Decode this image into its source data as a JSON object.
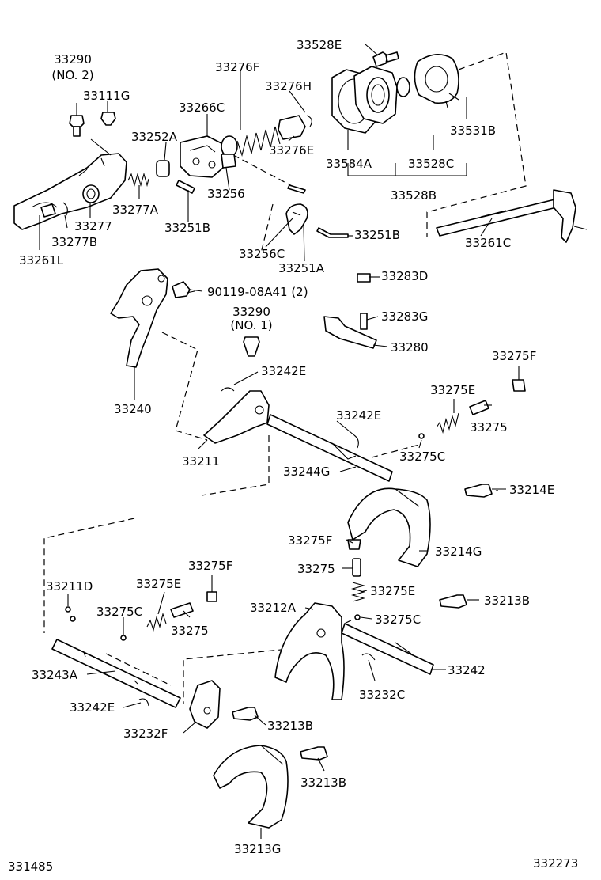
{
  "labels": {
    "p33290_no2": "33290",
    "p33290_no2_sub": "(NO. 2)",
    "p33111g": "33111G",
    "p33276f": "33276F",
    "p33276h": "33276H",
    "p33266c": "33266C",
    "p33252a": "33252A",
    "p33276e": "33276E",
    "p33256": "33256",
    "p33277a": "33277A",
    "p33277": "33277",
    "p33277b": "33277B",
    "p33261l": "33261L",
    "p33251b_a": "33251B",
    "p33251b_b": "33251B",
    "p33256c": "33256C",
    "p33251a": "33251A",
    "p33528e": "33528E",
    "p33531b": "33531B",
    "p33584a": "33584A",
    "p33528c": "33528C",
    "p33528b": "33528B",
    "p33261c": "33261C",
    "p33283d": "33283D",
    "p90119": "90119-08A41 (2)",
    "p33290_no1": "33290",
    "p33290_no1_sub": "(NO. 1)",
    "p33283g": "33283G",
    "p33280": "33280",
    "p33242e_a": "33242E",
    "p33275f_a": "33275F",
    "p33240": "33240",
    "p33275e_a": "33275E",
    "p33242e_b": "33242E",
    "p33275_a": "33275",
    "p33211": "33211",
    "p33275c_a": "33275C",
    "p33244g": "33244G",
    "p33214e": "33214E",
    "p33275f_b": "33275F",
    "p33214g": "33214G",
    "p33275_b": "33275",
    "p33275f_c": "33275F",
    "p33275e_b": "33275E",
    "p33211d": "33211D",
    "p33275e_c": "33275E",
    "p33212a": "33212A",
    "p33213b_a": "33213B",
    "p33275c_b": "33275C",
    "p33275c_c": "33275C",
    "p33275_c": "33275",
    "p33243a": "33243A",
    "p33242": "33242",
    "p33232c": "33232C",
    "p33242e_c": "33242E",
    "p33213b_b": "33213B",
    "p33232f": "33232F",
    "p33213b_c": "33213B",
    "p33213g": "33213G"
  },
  "footer": {
    "left_code": "331485",
    "right_code": "332273"
  }
}
